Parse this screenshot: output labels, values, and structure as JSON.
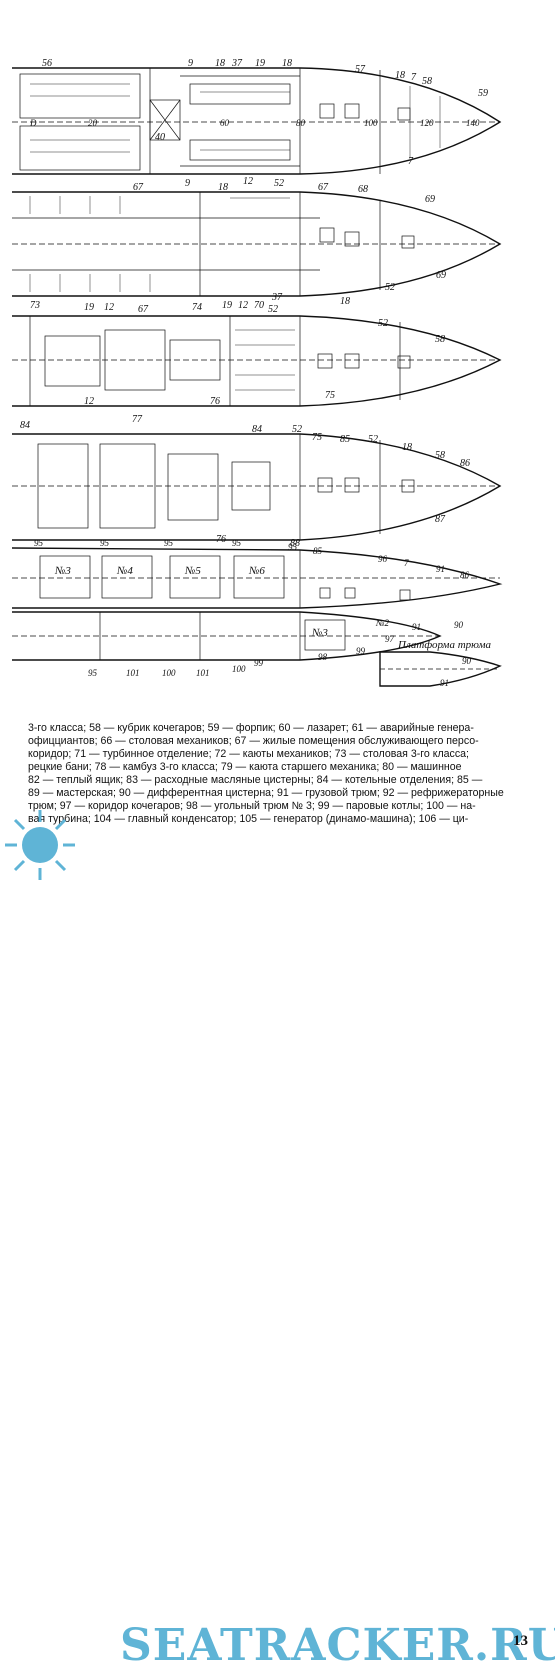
{
  "deck1": {
    "labels": [
      "56",
      "9",
      "18",
      "37",
      "19",
      "18",
      "57",
      "18",
      "7",
      "58",
      "59",
      "D",
      "20",
      "60",
      "80",
      "100",
      "120",
      "140",
      "40",
      "9",
      "12",
      "7"
    ]
  },
  "deck2": {
    "labels": [
      "67",
      "18",
      "52",
      "67",
      "68",
      "69",
      "19",
      "12",
      "19",
      "12",
      "70",
      "37",
      "18",
      "52",
      "69"
    ]
  },
  "deck3": {
    "labels": [
      "73",
      "67",
      "74",
      "52",
      "52",
      "58",
      "12",
      "77",
      "76",
      "75"
    ]
  },
  "deck4": {
    "labels": [
      "84",
      "84",
      "52",
      "75",
      "85",
      "52",
      "18",
      "58",
      "86",
      "76",
      "88",
      "87"
    ]
  },
  "deck5": {
    "labels": [
      "95",
      "95",
      "95",
      "95",
      "№3",
      "№4",
      "№5",
      "№6",
      "95",
      "85",
      "96",
      "7",
      "91",
      "86"
    ]
  },
  "deck6": {
    "labels": [
      "№2",
      "90",
      "91",
      "№3",
      "97",
      "95",
      "101",
      "100",
      "101",
      "100",
      "99",
      "98",
      "99"
    ]
  },
  "platform": {
    "label": "Платформа трюма",
    "labels": [
      "90",
      "91"
    ]
  },
  "legend": {
    "lines": [
      "3-го класса; 58 — кубрик кочегаров; 59 — форпик; 60 — лазарет; 61 — аварийные генера-",
      "офицциантов; 66 — столовая механиков; 67 — жилые помещения обслуживающего персо-",
      "коридор; 71 — турбинное отделение; 72 — каюты механиков; 73 — столовая 3-го класса;",
      "рецкие бани; 78 — камбуз 3-го класса; 79 — каюта старшего механика; 80 — машинное",
      "82 — теплый ящик; 83 — расходные масляные цистерны; 84 — котельные отделения; 85 —",
      "89 — мастерская; 90 — дифферентная цистерна; 91 — грузовой трюм; 92 — рефрижераторные",
      "трюм; 97 — коридор кочегаров; 98 — угольный трюм № 3; 99 — паровые котлы; 100 — на-",
      "вая турбина; 104 — главный конденсатор; 105 — генератор (динамо-машина); 106 — ци-"
    ]
  },
  "watermark": "SEATRACKER.RU",
  "page_number": "13"
}
